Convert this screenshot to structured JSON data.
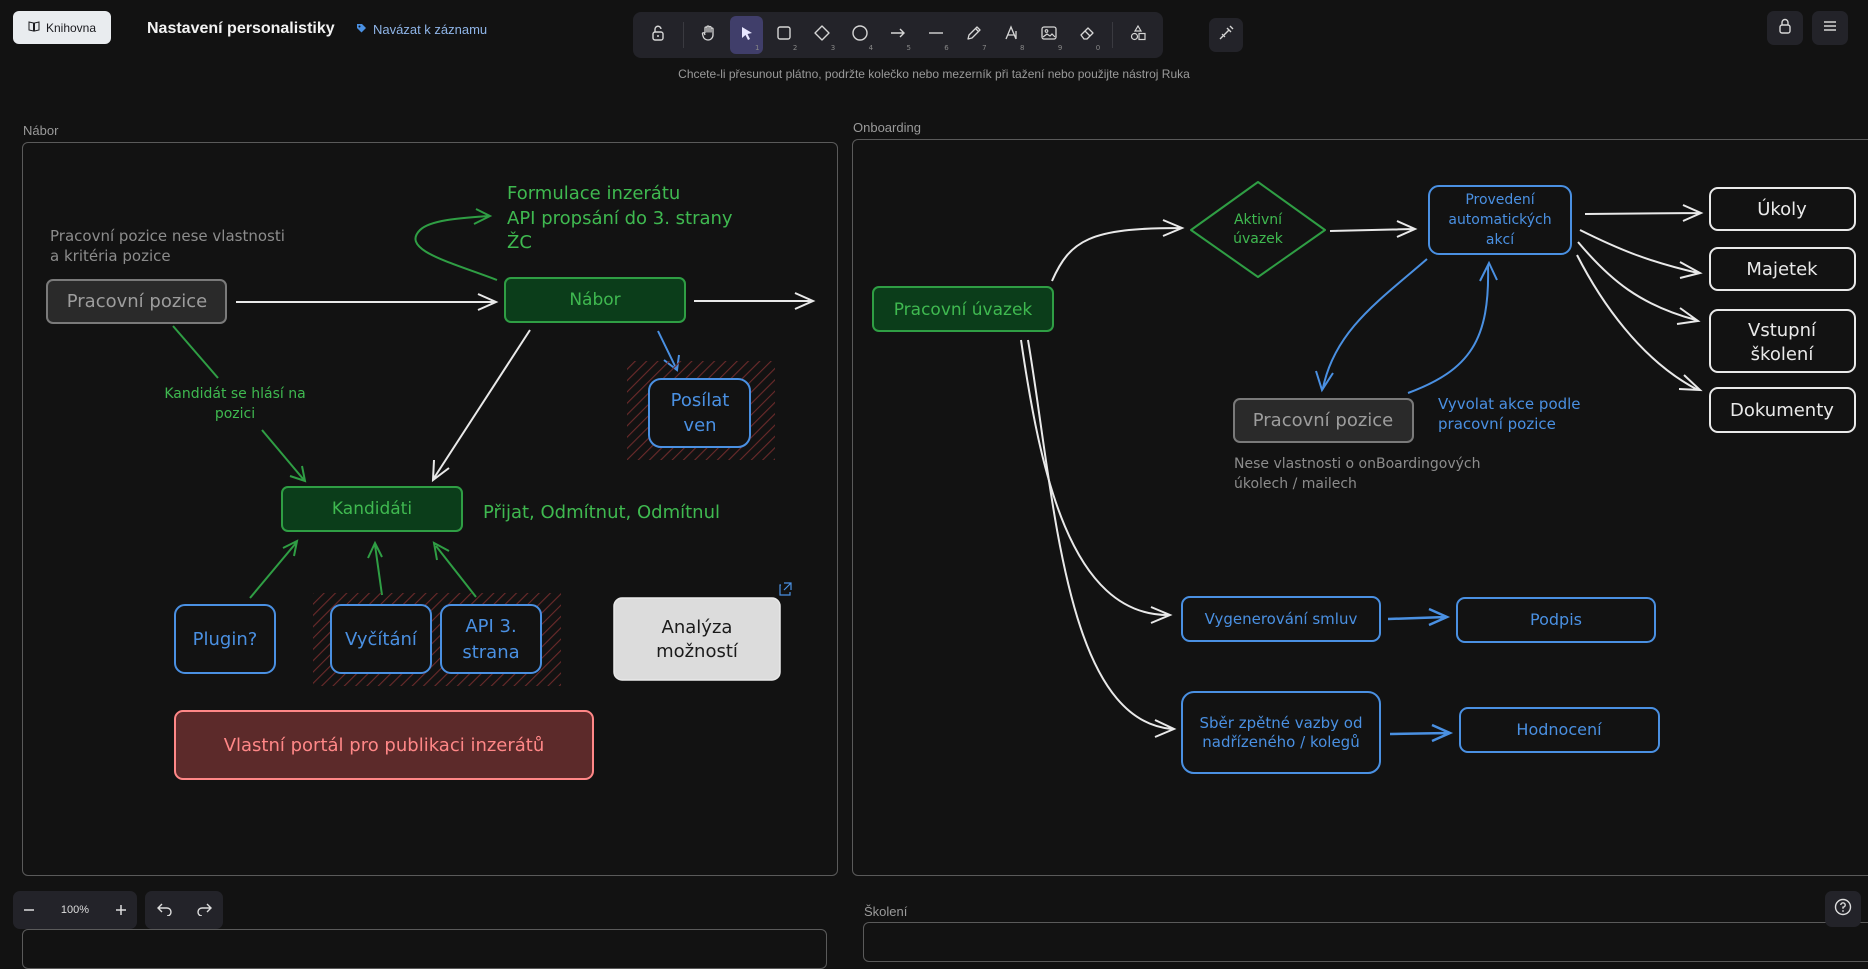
{
  "header": {
    "library_label": "Knihovna",
    "title": "Nastavení personalistiky",
    "link_label": "Navázat k záznamu"
  },
  "toolbar": {
    "tools": [
      {
        "name": "lock",
        "shortcut": ""
      },
      {
        "name": "hand",
        "shortcut": ""
      },
      {
        "name": "selection",
        "shortcut": "1",
        "active": true
      },
      {
        "name": "rectangle",
        "shortcut": "2"
      },
      {
        "name": "diamond",
        "shortcut": "3"
      },
      {
        "name": "ellipse",
        "shortcut": "4"
      },
      {
        "name": "arrow",
        "shortcut": "5"
      },
      {
        "name": "line",
        "shortcut": "6"
      },
      {
        "name": "draw",
        "shortcut": "7"
      },
      {
        "name": "text",
        "shortcut": "8"
      },
      {
        "name": "image",
        "shortcut": "9"
      },
      {
        "name": "eraser",
        "shortcut": "0"
      },
      {
        "name": "more-tools",
        "shortcut": ""
      }
    ]
  },
  "hint": "Chcete-li přesunout plátno, podržte kolečko nebo mezerník při tažení nebo použijte nástroj Ruka",
  "zoom": {
    "level": "100%"
  },
  "frames": {
    "nabor": "Nábor",
    "onboarding": "Onboarding",
    "skoleni": "Školení"
  },
  "nabor": {
    "note_position": [
      "Pracovní pozice nese vlastnosti",
      "a kritéria pozice"
    ],
    "node_position": "Pracovní pozice",
    "note_ad": [
      "Formulace inzerátu",
      "API propsání do 3. strany",
      "ŽC"
    ],
    "node_nabor": "Nábor",
    "edge_candidate_label": [
      "Kandidát se hlásí na",
      "pozici"
    ],
    "node_send": [
      "Posílat",
      "ven"
    ],
    "node_candidates": "Kandidáti",
    "candidate_states": "Přijat, Odmítnut, Odmítnul",
    "node_plugin": "Plugin?",
    "node_scraping": "Vyčítání",
    "node_api": [
      "API 3.",
      "strana"
    ],
    "node_analysis": [
      "Analýza",
      "možností"
    ],
    "node_portal": "Vlastní portál pro publikaci inzerátů"
  },
  "onboarding": {
    "node_contract": "Pracovní úvazek",
    "node_active": [
      "Aktivní",
      "úvazek"
    ],
    "node_actions": [
      "Provedení",
      "automatických",
      "akcí"
    ],
    "node_tasks": "Úkoly",
    "node_assets": "Majetek",
    "node_training": [
      "Vstupní",
      "školení"
    ],
    "node_documents": "Dokumenty",
    "node_position": "Pracovní pozice",
    "label_invoke": [
      "Vyvolat akce podle",
      "pracovní pozice"
    ],
    "note_position": [
      "Nese vlastnosti o onBoardingových",
      "úkolech / mailech"
    ],
    "node_generate": "Vygenerování smluv",
    "node_sign": "Podpis",
    "node_feedback": [
      "Sběr zpětné vazby od",
      "nadřízeného / kolegů"
    ],
    "node_rating": "Hodnocení"
  },
  "colors": {
    "background": "#121212",
    "green": "#2f9e44",
    "green_fill": "#0b3d1a",
    "green_text": "#3fb950",
    "blue": "#4a90e2",
    "gray": "#7a7a7a",
    "red": "#ff8787",
    "red_fill": "#5c2a2a",
    "white": "#e9e9e9"
  }
}
